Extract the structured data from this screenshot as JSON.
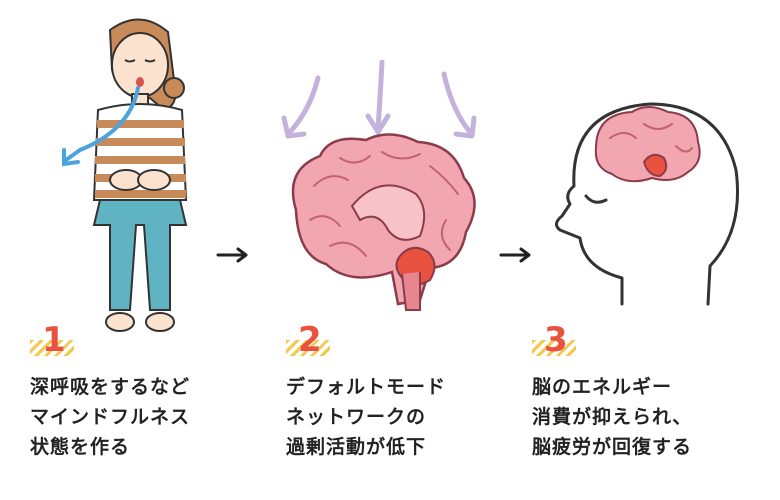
{
  "steps": [
    {
      "number": "1",
      "lines": [
        "深呼吸をするなど",
        "マインドフルネス",
        "状態を作る"
      ]
    },
    {
      "number": "2",
      "lines": [
        "デフォルトモード",
        "ネットワークの",
        "過剰活動が低下"
      ]
    },
    {
      "number": "3",
      "lines": [
        "脳のエネルギー",
        "消費が抑えられ、",
        "脳疲労が回復する"
      ]
    }
  ],
  "colors": {
    "accent": "#e8523e",
    "hatch": "#f2c94c",
    "brain": "#f2a7b0",
    "breath": "#4aa3df",
    "pressure": "#b9a6d6"
  }
}
